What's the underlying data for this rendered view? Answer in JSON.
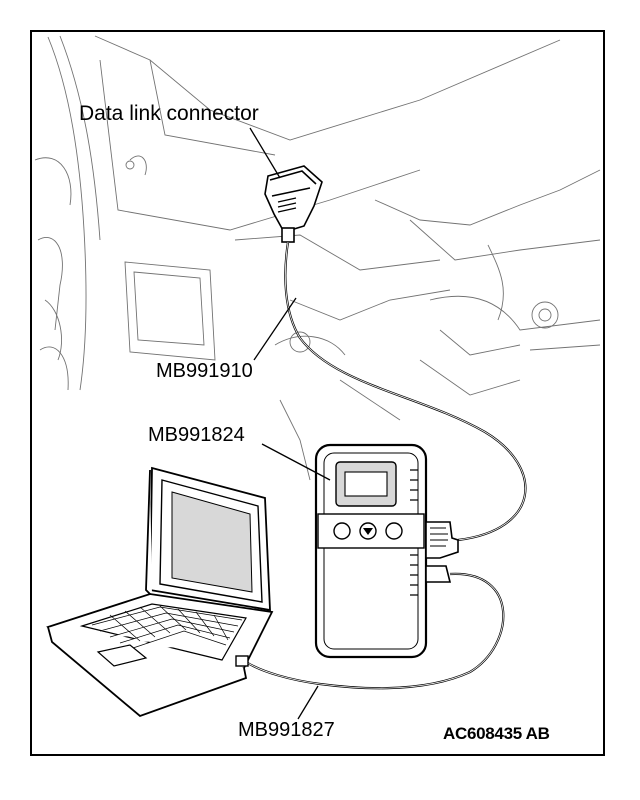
{
  "labels": {
    "data_link_connector": "Data link connector",
    "cable_mb991910": "MB991910",
    "interface_mb991824": "MB991824",
    "usb_cable_mb991827": "MB991827",
    "figure_code": "AC608435 AB"
  },
  "colors": {
    "line": "#000000",
    "background": "#ffffff",
    "screen": "#d8d8d8"
  }
}
